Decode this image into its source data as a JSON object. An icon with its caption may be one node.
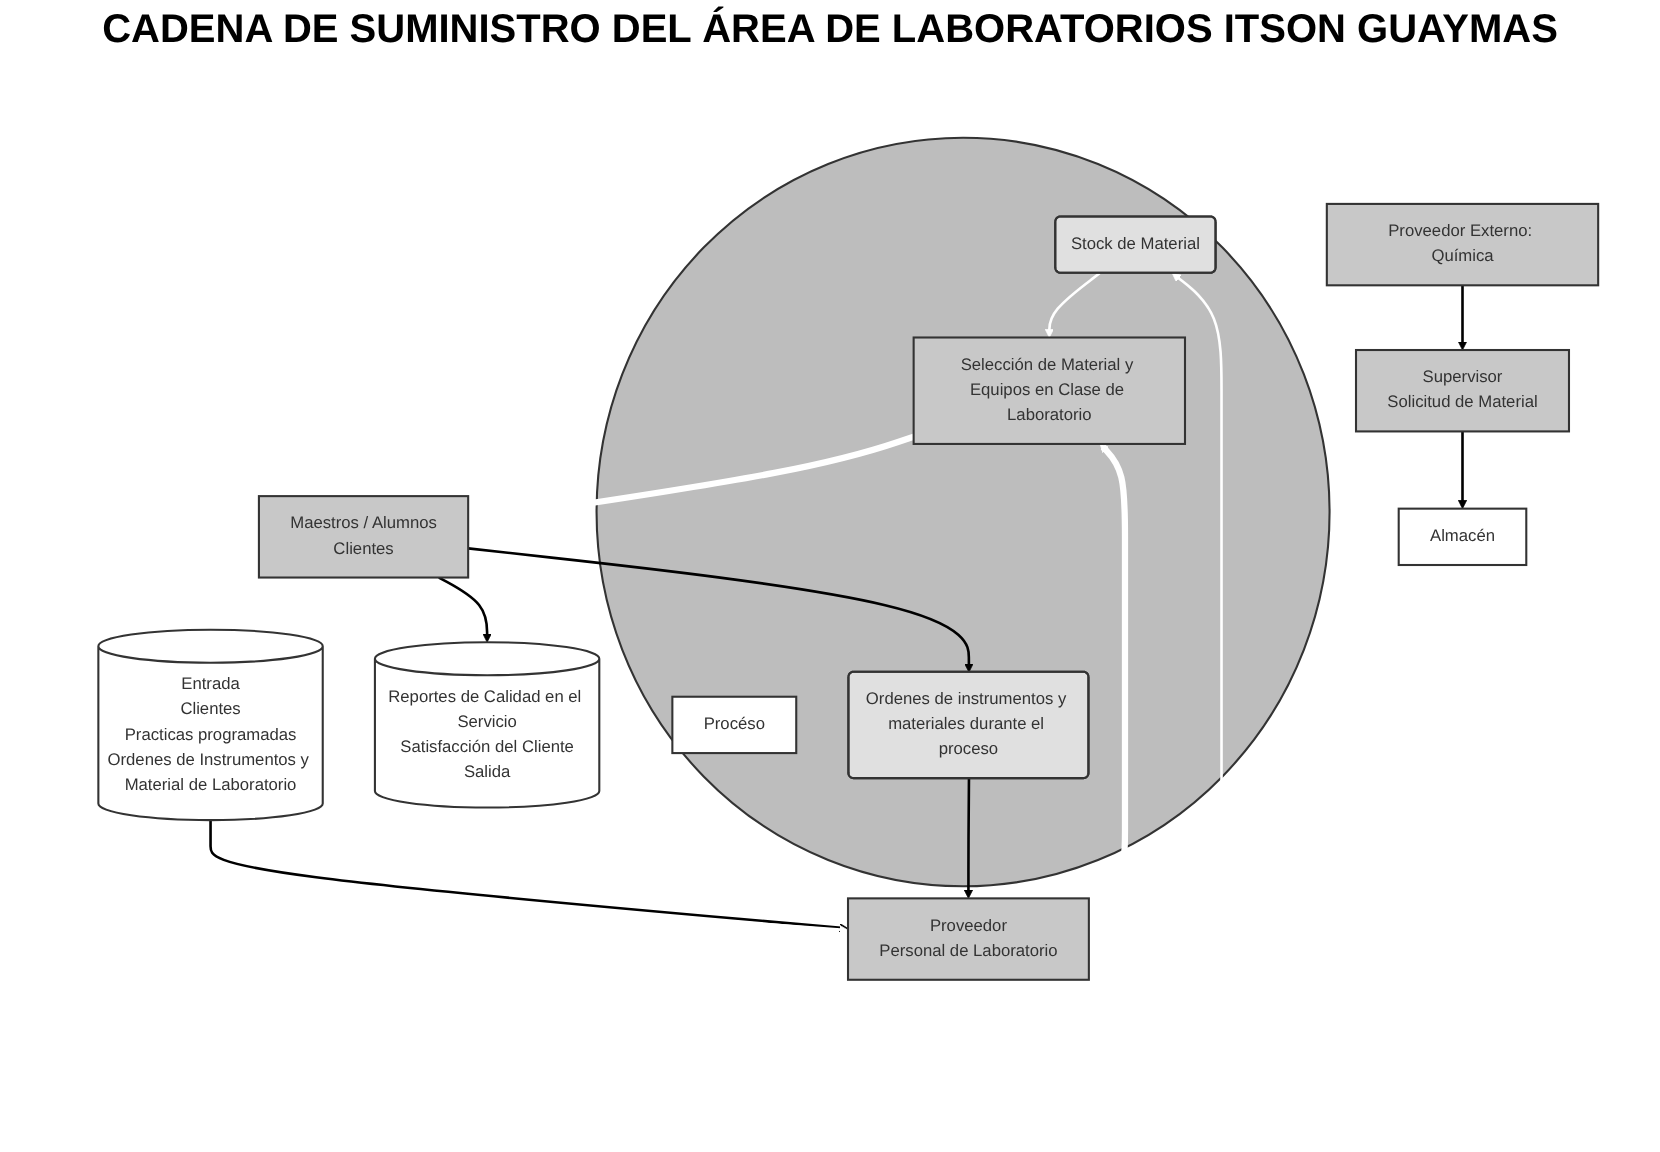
{
  "diagram": {
    "title": "CADENA DE SUMINISTRO DEL ÁREA DE LABORATORIOS ITSON GUAYMAS",
    "nodes": [
      {
        "text": [
          "Proveedor Externo: Química"
        ]
      },
      {
        "text": [
          "Supervisor",
          "Solicitud de Material"
        ]
      },
      {
        "text": [],
        "shape": "circle"
      },
      {
        "text": [
          "Almacén"
        ]
      },
      {
        "text": [
          "Stock de Material"
        ],
        "in": 2
      },
      {
        "text": [
          "Entrada",
          "Clientes",
          "Practicas programadas",
          "Ordenes de Instrumentos y Material de Laboratorio"
        ]
      },
      {
        "text": [
          "Proveedor",
          "Personal de Laboratorio"
        ]
      },
      {
        "text": [
          "Selección de Material y Equipos en Clase de Laboratorio"
        ],
        "in": 2
      },
      {
        "text": [
          "Procéso"
        ],
        "in": 2
      },
      {
        "text": [
          "Maestros / Alumnos",
          "Clientes"
        ]
      },
      {
        "text": [
          "Ordenes de instrumentos y materiales durante el proceso"
        ],
        "in": 2
      },
      {
        "text": [
          "Reportes de Calidad en el Servicio",
          "Satisfacción del Cliente",
          "Salida"
        ]
      }
    ],
    "edges": [
      {
        "from": 0,
        "to": 1,
        "arrow": "to"
      },
      {
        "from": 1,
        "to": 3,
        "arrow": "to"
      },
      {
        "from": 5,
        "to": 6,
        "arrow": "to"
      },
      {
        "from": 6,
        "to": 7,
        "arrow": "to",
        "style": "thick",
        "color": "#ffffff"
      },
      {
        "from": 7,
        "to": 9,
        "arrow": "to",
        "style": "thick",
        "color": "#ffffff"
      },
      {
        "from": 4,
        "to": 7,
        "arrow": "to",
        "color": "#ffffff"
      },
      {
        "from": 9,
        "to": 10,
        "arrow": "to"
      },
      {
        "from": 10,
        "to": 6,
        "arrow": "to"
      },
      {
        "from": 9,
        "to": 6,
        "arrow": "to",
        "color": "#ffffff"
      },
      {
        "from": 6,
        "to": 4,
        "arrow": "to",
        "color": "#ffffff"
      },
      {
        "from": 9,
        "to": 11,
        "arrow": "to"
      }
    ]
  }
}
